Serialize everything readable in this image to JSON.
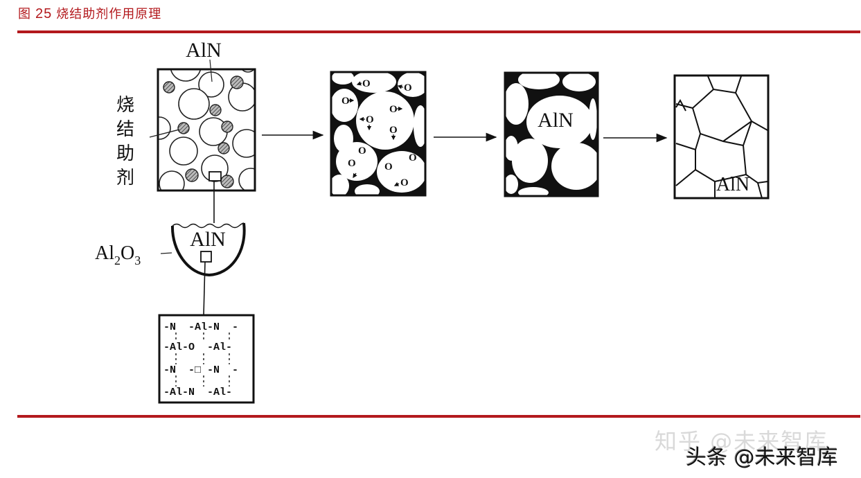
{
  "figure": {
    "label": "图",
    "number": "25",
    "title": "烧结助剂作用原理"
  },
  "diagram": {
    "stage1": {
      "particle_label": "AlN",
      "additive_label_chars": [
        "烧",
        "结",
        "助",
        "剂"
      ]
    },
    "grain_zoom": {
      "grain_label": "AlN",
      "surface_layer_label": "Al",
      "surface_layer_sub1": "2",
      "surface_layer_mid": "O",
      "surface_layer_sub2": "3"
    },
    "lattice": {
      "rows": [
        "-N  -Al-N  -",
        "-Al-O  -Al-",
        "-N  -□ -N  -",
        "-Al-N  -Al-"
      ]
    },
    "stage2": {
      "oxygen_symbol": "O"
    },
    "stage3": {
      "grain_label": "AlN"
    },
    "stage4": {
      "grain_label": "AlN"
    }
  },
  "watermarks": {
    "zhihu": "知乎 @未来智库",
    "toutiao": "头条 @未来智库"
  }
}
